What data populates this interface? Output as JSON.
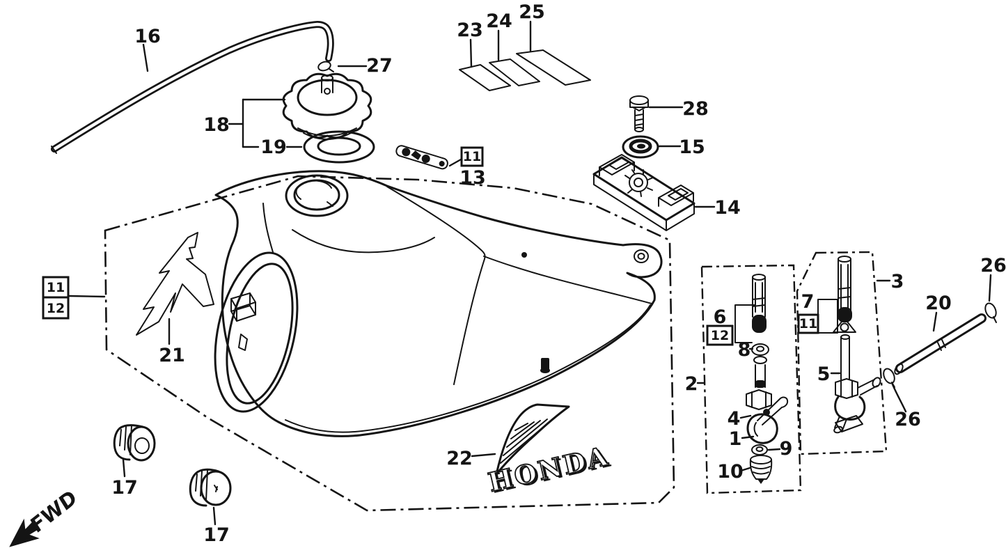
{
  "colors": {
    "ink": "#141414",
    "paper": "#ffffff"
  },
  "labels": {
    "1": "1",
    "2": "2",
    "3": "3",
    "4": "4",
    "5": "5",
    "6": "6",
    "7": "7",
    "8": "8",
    "9": "9",
    "10": "10",
    "11": "11",
    "12": "12",
    "13": "13",
    "14": "14",
    "15": "15",
    "16": "16",
    "17": "17",
    "18": "18",
    "19": "19",
    "20": "20",
    "21": "21",
    "22": "22",
    "23": "23",
    "24": "24",
    "25": "25",
    "26": "26",
    "27": "27",
    "28": "28"
  },
  "emblem": {
    "text": "HONDA"
  },
  "fwd": {
    "text": "FWD"
  }
}
